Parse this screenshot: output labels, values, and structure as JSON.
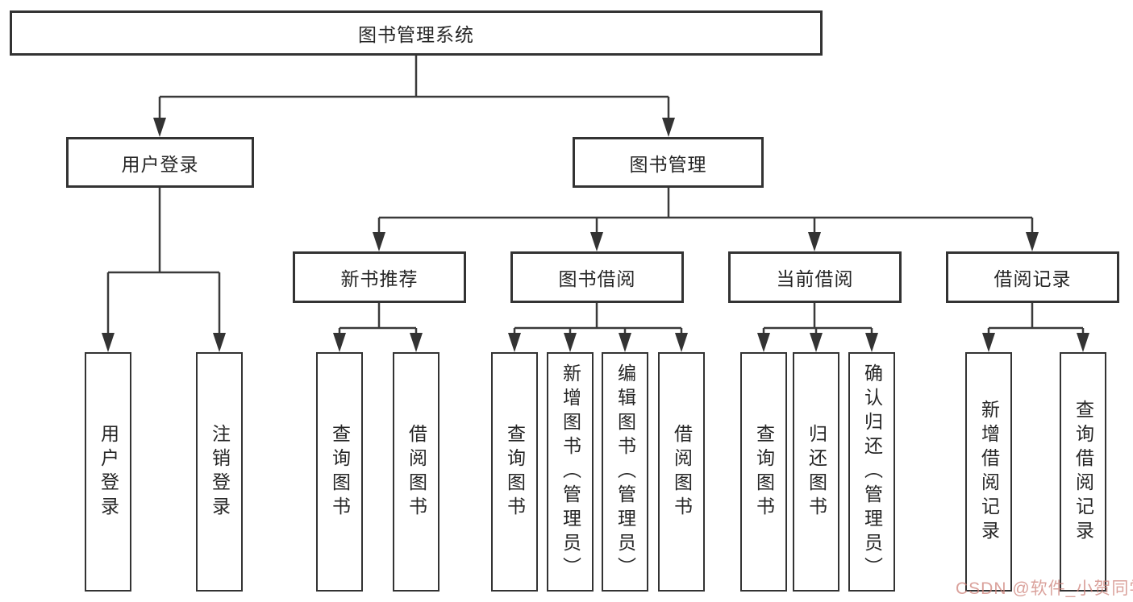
{
  "diagram": {
    "title_node": "图书管理系统",
    "level2": {
      "user_login": "用户登录",
      "book_mgmt": "图书管理"
    },
    "level3": {
      "new_book_rec": "新书推荐",
      "book_borrow": "图书借阅",
      "current_borrow": "当前借阅",
      "borrow_records": "借阅记录"
    },
    "leaves": {
      "ul_login": "用户登录",
      "ul_logout": "注销登录",
      "rec_query_book": "查询图书",
      "rec_borrow_book": "借阅图书",
      "bb_query_book": "查询图书",
      "bb_add_book": "新增图书（管理员）",
      "bb_edit_book": "编辑图书（管理员）",
      "bb_borrow_book": "借阅图书",
      "cb_query_book": "查询图书",
      "cb_return_book": "归还图书",
      "cb_confirm_return": "确认归还（管理员）",
      "br_add_record": "新增借阅记录",
      "br_query_record": "查询借阅记录"
    },
    "colors": {
      "line": "#3a3a3a",
      "box_border": "#333333",
      "text": "#262626",
      "background": "#ffffff",
      "watermark": "#cd827a"
    }
  },
  "watermark": {
    "text": "CSDN @软件_小贺同学"
  }
}
